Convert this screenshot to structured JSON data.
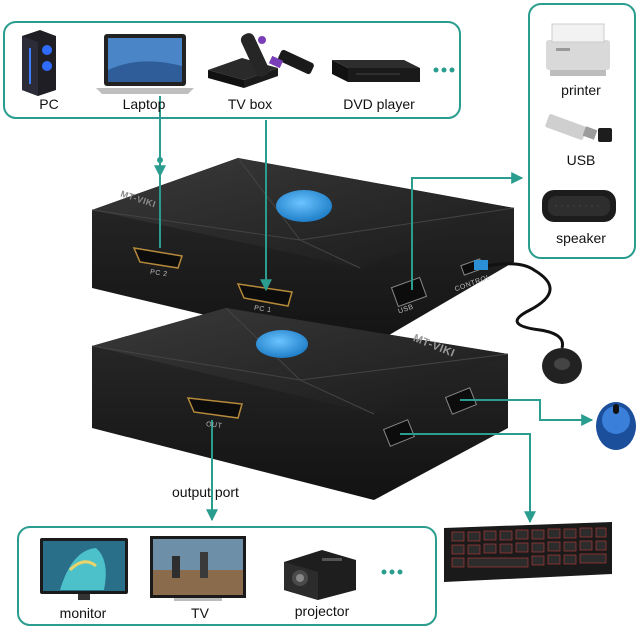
{
  "sources": {
    "items": [
      {
        "label": "PC",
        "icon": "pc-tower-icon"
      },
      {
        "label": "Laptop",
        "icon": "laptop-icon"
      },
      {
        "label": "TV box",
        "icon": "tv-box-icon"
      },
      {
        "label": "DVD player",
        "icon": "dvd-player-icon"
      }
    ],
    "more": "..."
  },
  "peripherals": {
    "items": [
      {
        "label": "printer",
        "icon": "printer-icon"
      },
      {
        "label": "USB",
        "icon": "usb-drive-icon"
      },
      {
        "label": "speaker",
        "icon": "speaker-icon"
      }
    ]
  },
  "switch_top": {
    "brand": "MT-VIKI",
    "ports": {
      "pc2": "PC 2",
      "pc1": "PC 1",
      "usb": "USB",
      "control": "CONTROL"
    }
  },
  "switch_bottom": {
    "brand": "MT-VIKI",
    "ports": {
      "out": "OUT"
    }
  },
  "output_port_label": "output port",
  "outputs": {
    "items": [
      {
        "label": "monitor",
        "icon": "monitor-icon"
      },
      {
        "label": "TV",
        "icon": "tv-icon"
      },
      {
        "label": "projector",
        "icon": "projector-icon"
      }
    ],
    "more": "..."
  },
  "colors": {
    "accent": "#2a9d8f",
    "button_blue": "#2b8fd6",
    "device_body": "#1c1c1c"
  }
}
